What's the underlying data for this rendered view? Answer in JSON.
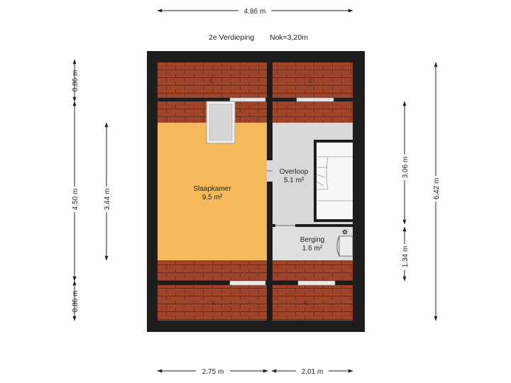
{
  "header": {
    "floor_label": "2e Verdieping",
    "ridge_label": "Nok=3,20m"
  },
  "dimensions": {
    "top_width": "4.86 m",
    "bottom_left": "2.75 m",
    "bottom_right": "2.01 m",
    "left_top": "0.86 m",
    "left_middle": "4.50 m",
    "left_bottom": "0.86 m",
    "inner_left": "3.44 m",
    "right_upper": "3.06 m",
    "right_lower": "1.34 m",
    "right_total": "6.42 m"
  },
  "rooms": {
    "slaapkamer": {
      "name": "Slaapkamer",
      "area": "9.5 m²"
    },
    "overloop": {
      "name": "Overloop",
      "area": "5.1 m²"
    },
    "berging": {
      "name": "Berging",
      "area": "1.6 m²"
    }
  },
  "knee_wall_marks": [
    "K",
    "K",
    "K",
    "K"
  ],
  "colors": {
    "wall": "#1e1e1e",
    "roof_tile": "#a0442a",
    "bedroom": "#f7b95a",
    "landing": "#d9d9d9",
    "storage": "#dedede"
  }
}
